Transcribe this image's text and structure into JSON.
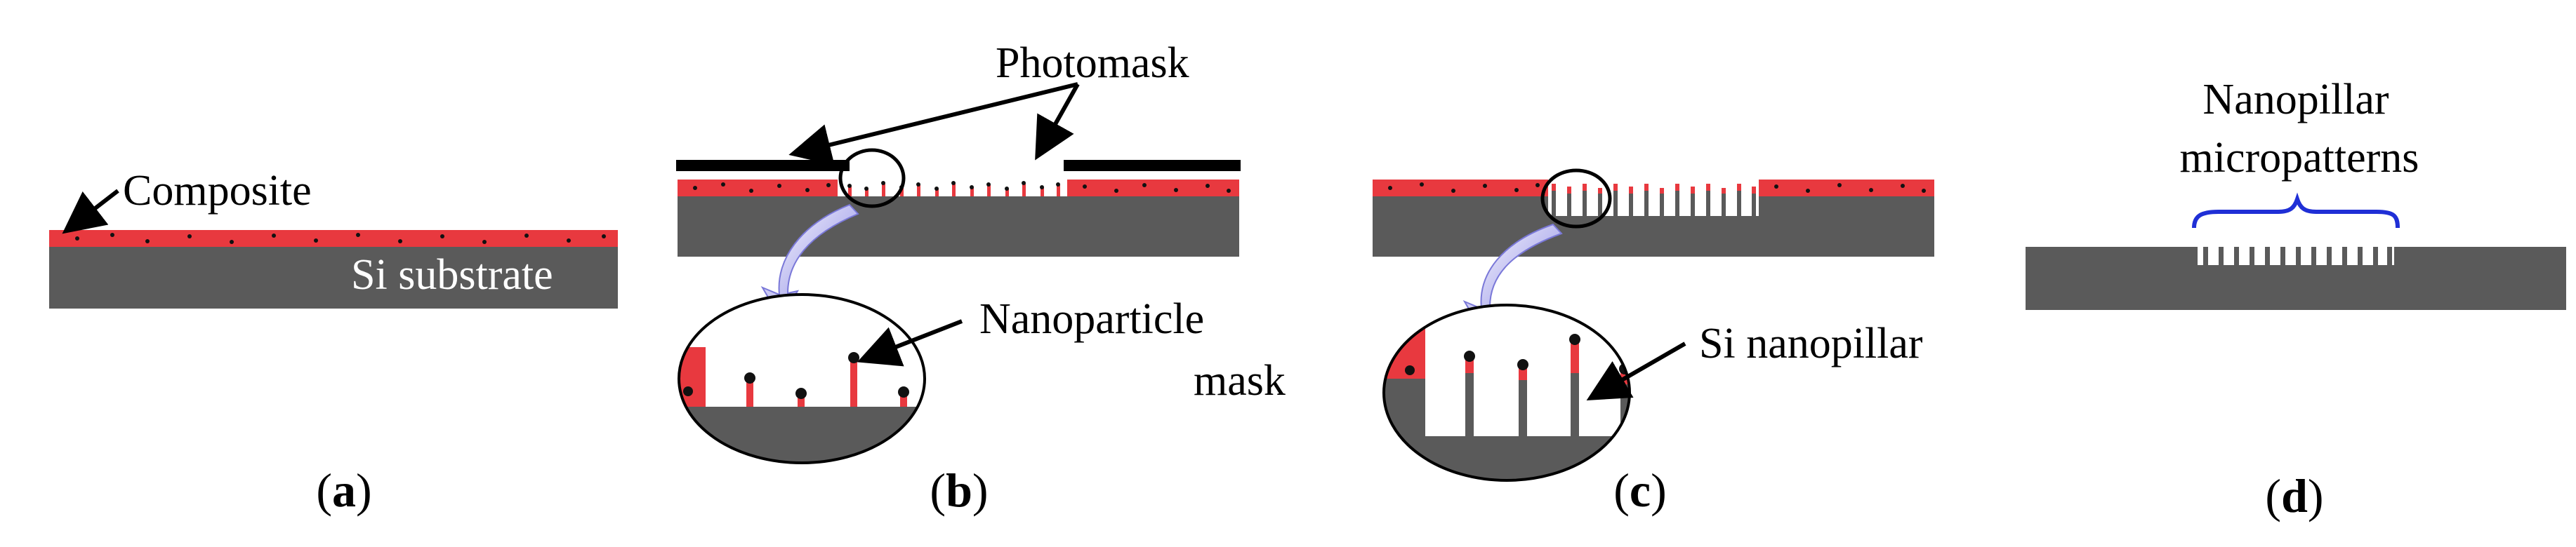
{
  "labels": {
    "a_composite": "Composite",
    "a_substrate": "Si substrate",
    "b_photomask": "Photomask",
    "b_np_line1": "Nanoparticle",
    "b_np_line2": "mask",
    "c_pillar": "Si nanopillar",
    "d_line1": "Nanopillar",
    "d_line2": "micropatterns"
  },
  "captions": {
    "a": "a",
    "b": "b",
    "c": "c",
    "d": "d"
  },
  "colors": {
    "substrate": "#5a5a5a",
    "composite": "#e8393f",
    "mask": "#000000",
    "arrow_shade": "#7a78d8",
    "brace": "#1f2fd6"
  }
}
